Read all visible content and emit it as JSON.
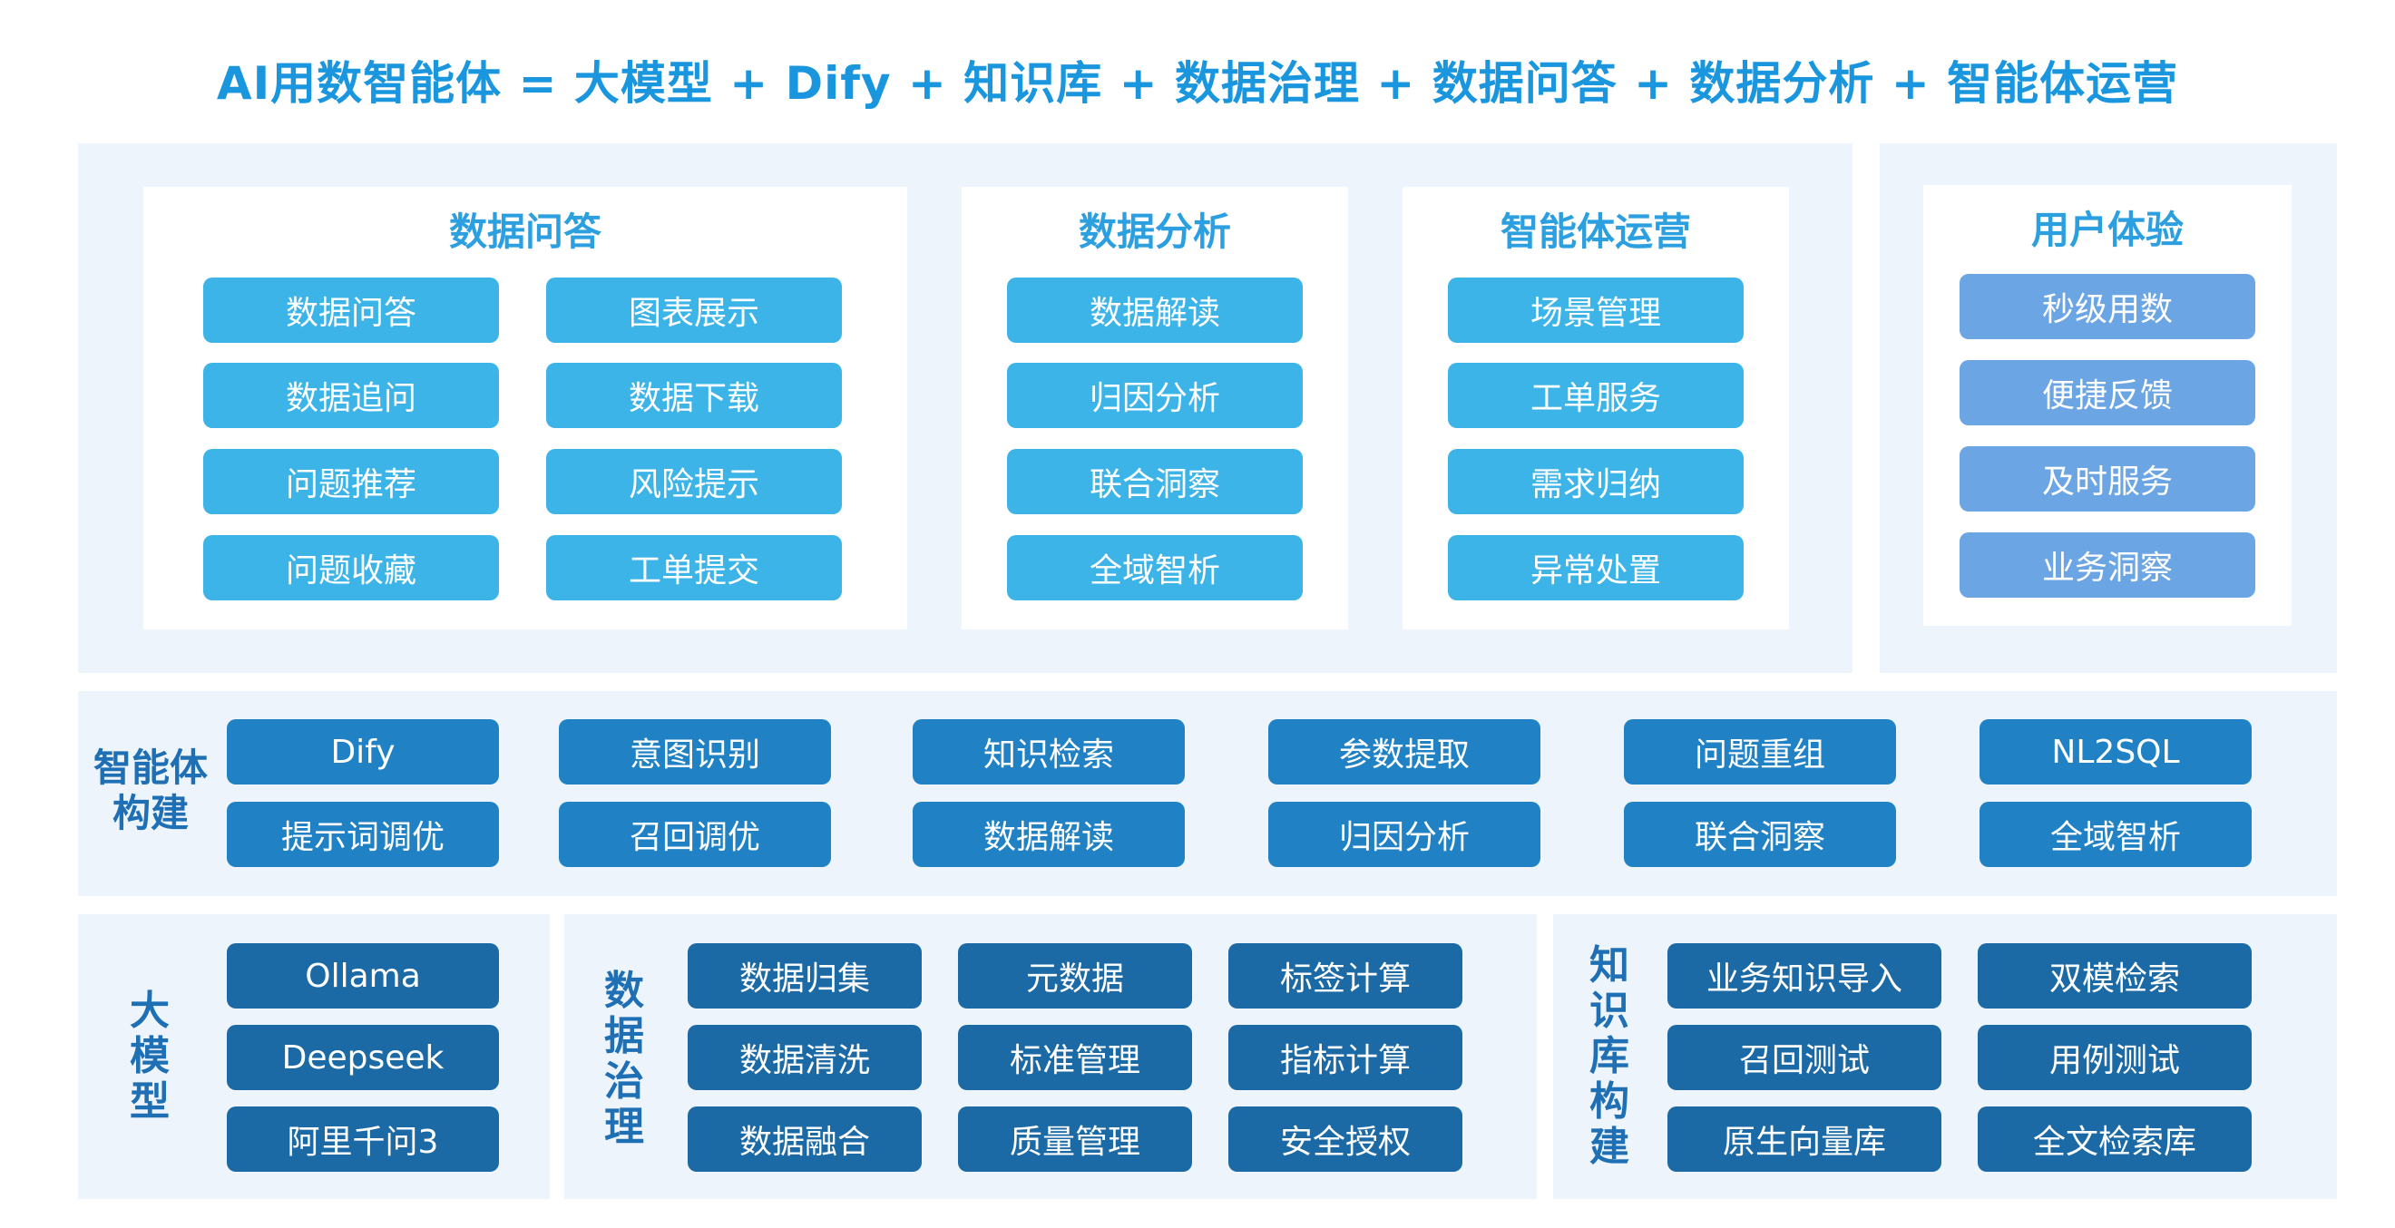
{
  "title": "AI用数智能体 = 大模型 + Dify + 知识库 + 数据治理 + 数据问答 + 数据分析 + 智能体运营",
  "top": {
    "qa": {
      "title": "数据问答",
      "items": [
        "数据问答",
        "图表展示",
        "数据追问",
        "数据下载",
        "问题推荐",
        "风险提示",
        "问题收藏",
        "工单提交"
      ]
    },
    "analysis": {
      "title": "数据分析",
      "items": [
        "数据解读",
        "归因分析",
        "联合洞察",
        "全域智析"
      ]
    },
    "ops": {
      "title": "智能体运营",
      "items": [
        "场景管理",
        "工单服务",
        "需求归纳",
        "异常处置"
      ]
    },
    "ux": {
      "title": "用户体验",
      "items": [
        "秒级用数",
        "便捷反馈",
        "及时服务",
        "业务洞察"
      ]
    }
  },
  "agent": {
    "label": "智能体构建",
    "items": [
      "Dify",
      "意图识别",
      "知识检索",
      "参数提取",
      "问题重组",
      "NL2SQL",
      "提示词调优",
      "召回调优",
      "数据解读",
      "归因分析",
      "联合洞察",
      "全域智析"
    ]
  },
  "llm": {
    "label": "大模型",
    "items": [
      "Ollama",
      "Deepseek",
      "阿里千问3"
    ]
  },
  "gov": {
    "label": "数据治理",
    "items": [
      "数据归集",
      "元数据",
      "标签计算",
      "数据清洗",
      "标准管理",
      "指标计算",
      "数据融合",
      "质量管理",
      "安全授权"
    ]
  },
  "kb": {
    "label": "知识库构建",
    "items": [
      "业务知识导入",
      "双模检索",
      "召回测试",
      "用例测试",
      "原生向量库",
      "全文检索库"
    ]
  },
  "colors": {
    "title": "#1a96de",
    "tier1": "#3cb4e8",
    "tier1_ux": "#6ba5e3",
    "tier2": "#2082c4",
    "tier3": "#1c6aa5",
    "panel": "#eef4fb"
  }
}
